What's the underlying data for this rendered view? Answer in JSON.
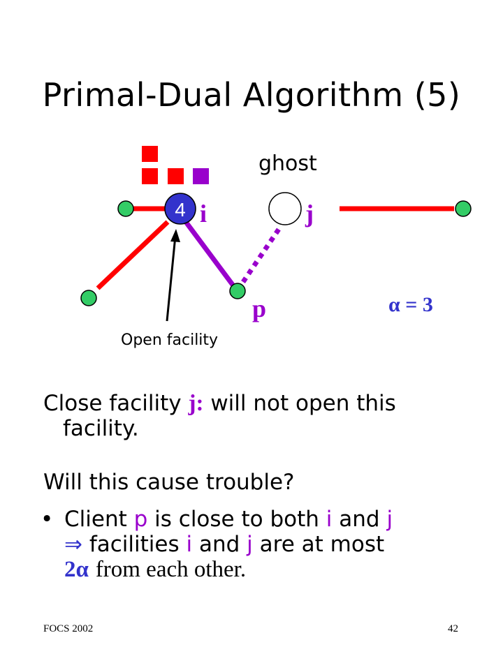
{
  "slide": {
    "title": "Primal-Dual Algorithm (5)"
  },
  "diagram": {
    "ghost_label": "ghost",
    "facility_i_count": "4",
    "label_i": "i",
    "label_j": "j",
    "label_p": "p",
    "alpha_text": "α = 3",
    "open_facility_label": "Open facility"
  },
  "body": {
    "para1_a": "Close facility",
    "para1_j": "j:",
    "para1_b": "will not open this",
    "para1_c": "facility.",
    "question": "Will this cause trouble?",
    "b_client": "Client",
    "b_p": "p",
    "b_close": "is close to both",
    "b_i": "i",
    "b_and": "and",
    "b_j": "j",
    "b_implies": "⇒",
    "b_fac": "facilities",
    "b_i2": "i",
    "b_and2": "and",
    "b_j2": "j",
    "b_atmost": "are at most",
    "b_2a": "2α",
    "b_from": "from each other."
  },
  "footer": {
    "left": "FOCS 2002",
    "right": "42"
  },
  "colors": {
    "red": "#ff0000",
    "purple": "#9900cc",
    "blue_label": "#3333cc",
    "green_node": "#33cc66",
    "facility_blue": "#3333cc"
  }
}
